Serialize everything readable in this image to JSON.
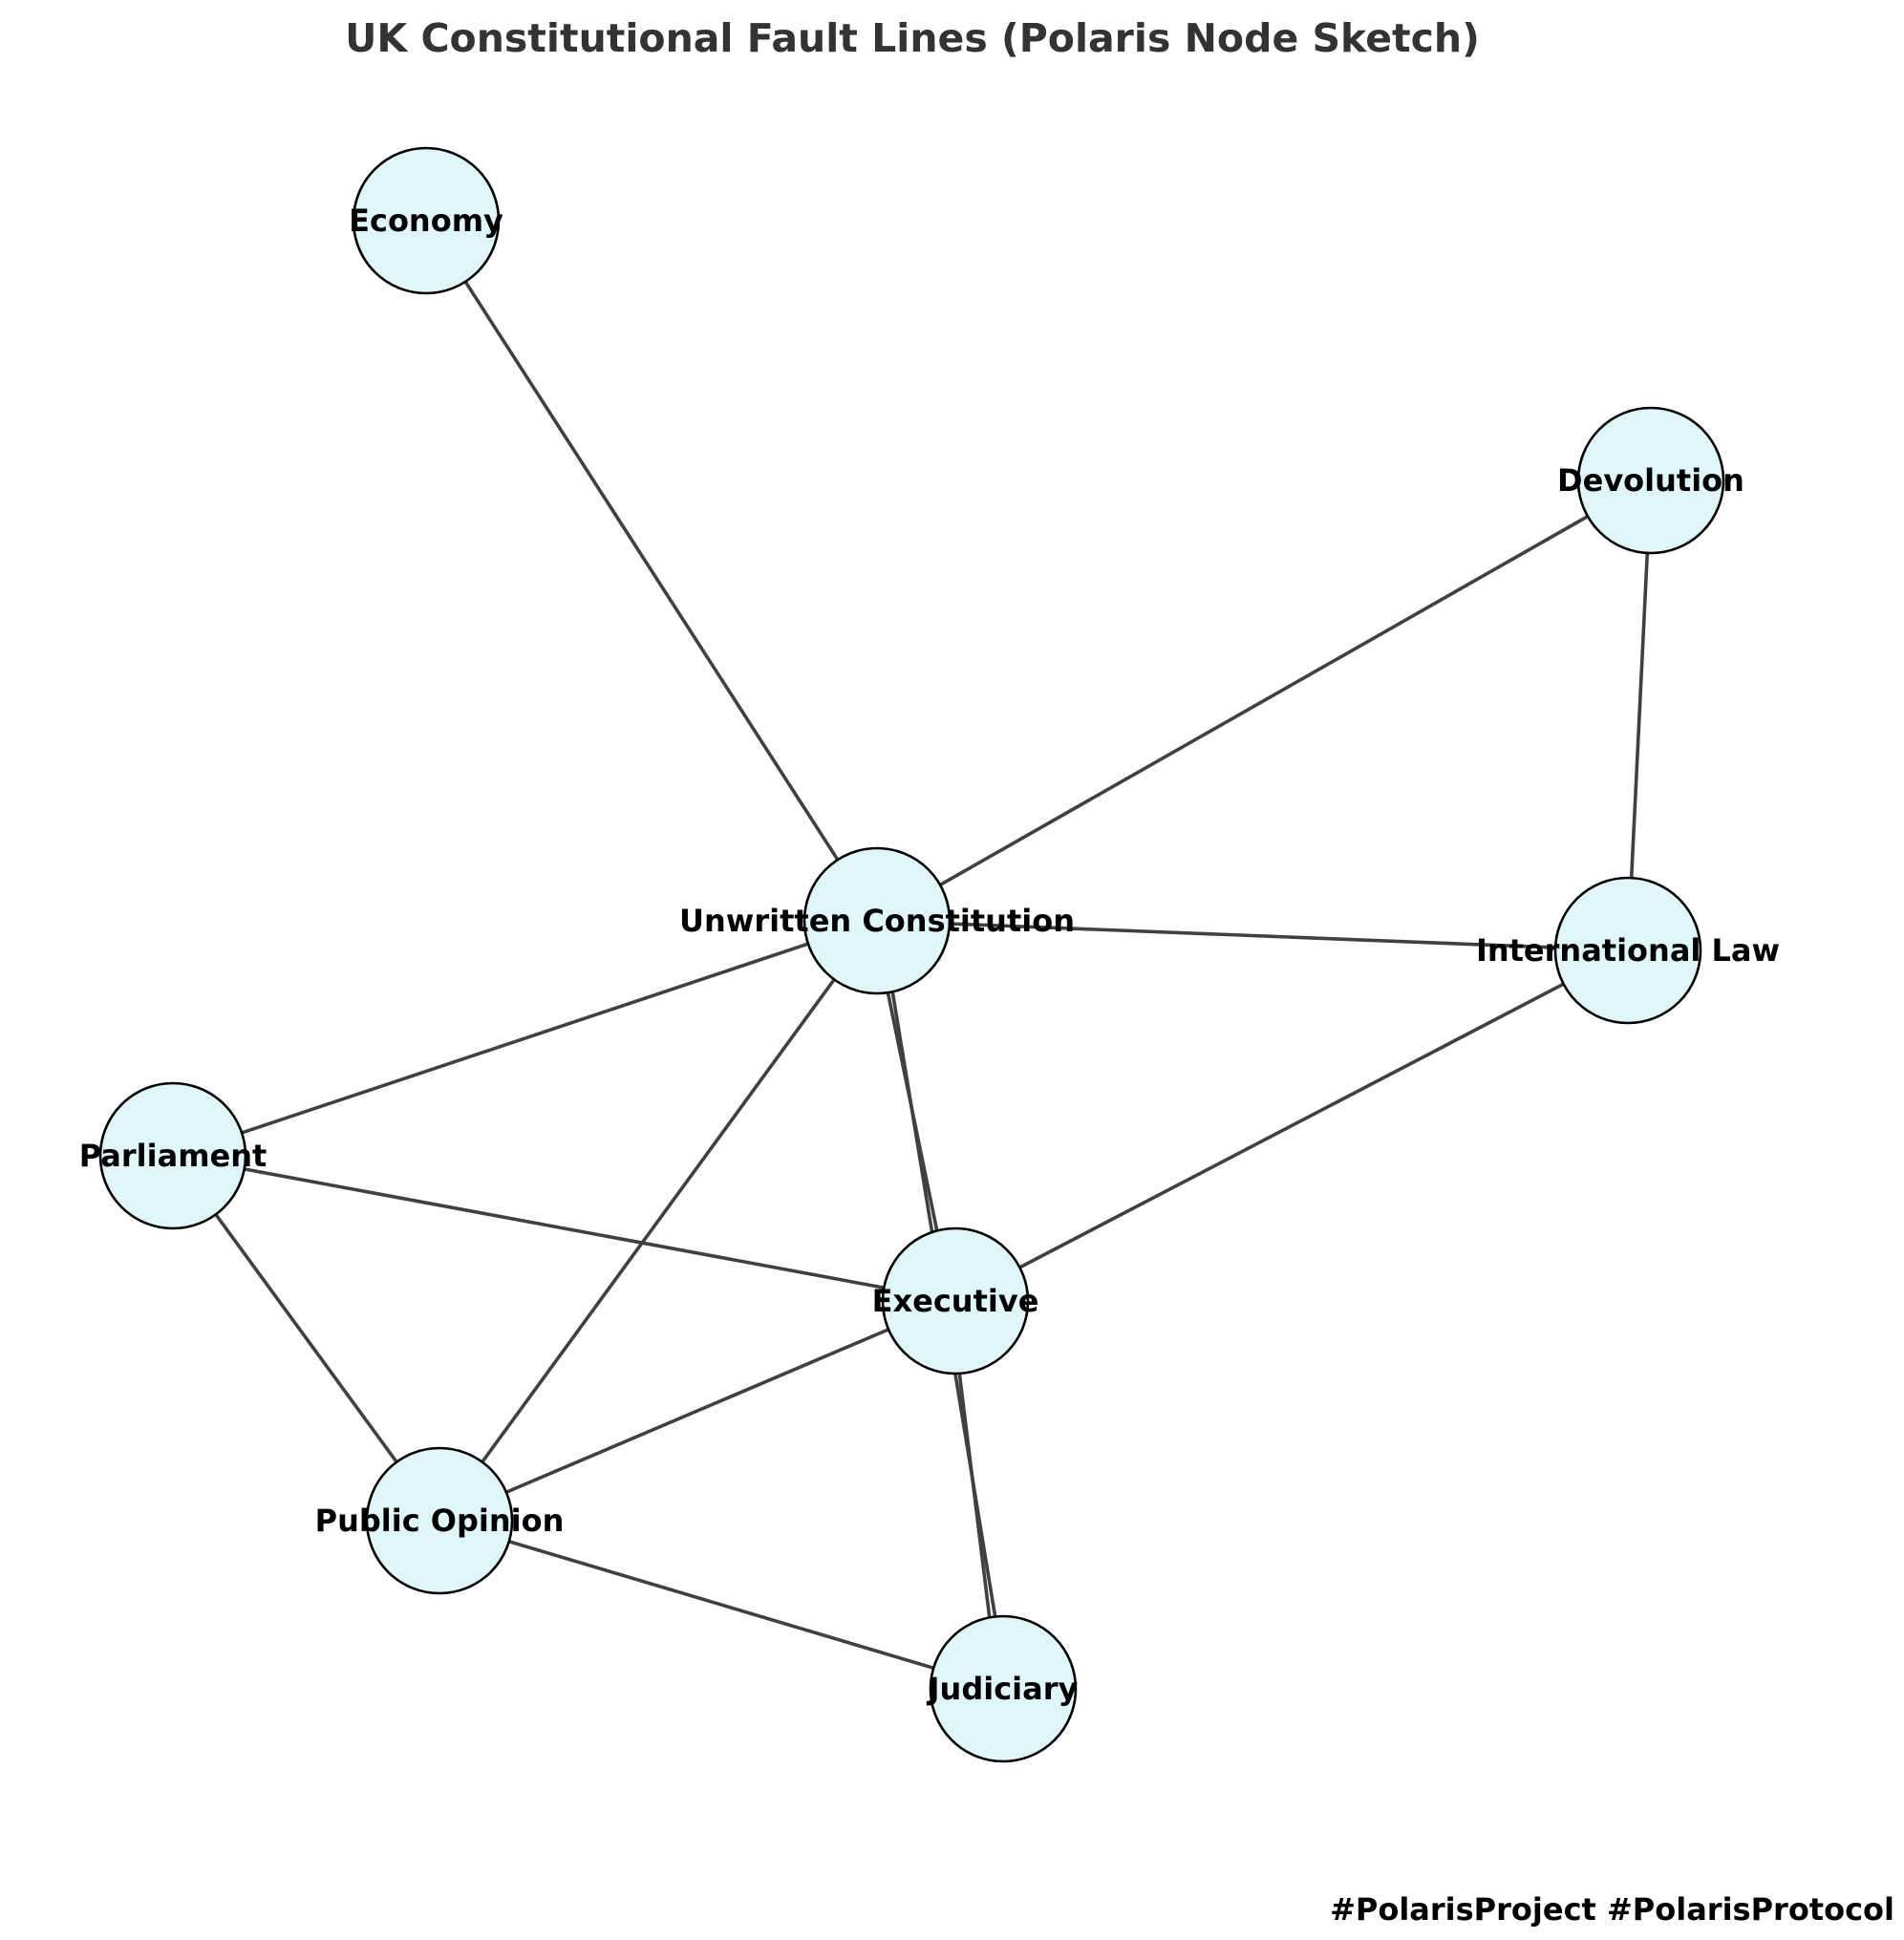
{
  "title": "UK Constitutional Fault Lines (Polaris Node Sketch)",
  "footer": "#PolarisProject  #PolarisProtocol",
  "colors": {
    "node_fill": "#e0f7fa",
    "node_stroke": "#000000",
    "edge": "#404040",
    "title": "#333333"
  },
  "nodes": [
    {
      "id": "economy",
      "label": "Economy"
    },
    {
      "id": "devolution",
      "label": "Devolution"
    },
    {
      "id": "unwritten",
      "label": "Unwritten Constitution"
    },
    {
      "id": "intlaw",
      "label": "International Law"
    },
    {
      "id": "parliament",
      "label": "Parliament"
    },
    {
      "id": "executive",
      "label": "Executive"
    },
    {
      "id": "public",
      "label": "Public Opinion"
    },
    {
      "id": "judiciary",
      "label": "Judiciary"
    }
  ],
  "edges": [
    {
      "source": "economy",
      "target": "unwritten"
    },
    {
      "source": "devolution",
      "target": "unwritten"
    },
    {
      "source": "devolution",
      "target": "intlaw"
    },
    {
      "source": "unwritten",
      "target": "intlaw"
    },
    {
      "source": "unwritten",
      "target": "parliament"
    },
    {
      "source": "unwritten",
      "target": "public"
    },
    {
      "source": "unwritten",
      "target": "executive"
    },
    {
      "source": "unwritten",
      "target": "judiciary"
    },
    {
      "source": "intlaw",
      "target": "executive"
    },
    {
      "source": "parliament",
      "target": "executive"
    },
    {
      "source": "parliament",
      "target": "public"
    },
    {
      "source": "executive",
      "target": "public"
    },
    {
      "source": "executive",
      "target": "judiciary"
    },
    {
      "source": "public",
      "target": "judiciary"
    }
  ]
}
